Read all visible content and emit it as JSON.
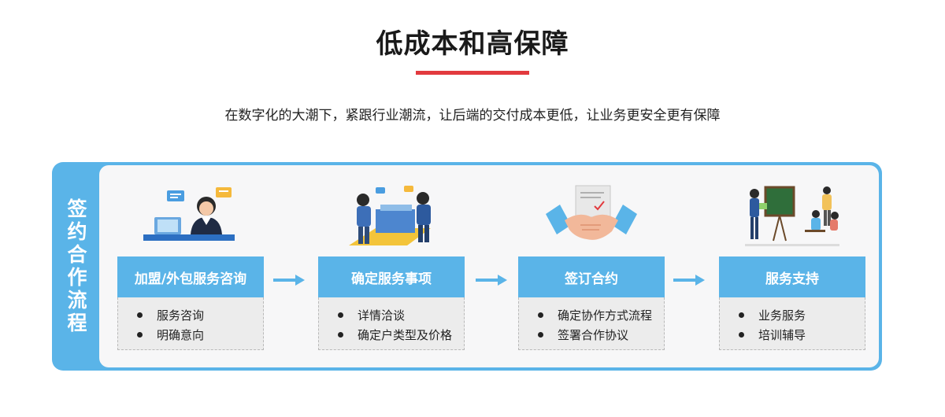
{
  "header": {
    "title": "低成本和高保障",
    "subtitle": "在数字化的大潮下，紧跟行业潮流，让后端的交付成本更低，让业务更安全更有保障"
  },
  "panel": {
    "side_label": "签约合作流程"
  },
  "steps": [
    {
      "title": "加盟/外包服务咨询",
      "items": [
        "服务咨询",
        "明确意向"
      ],
      "icon": "customer-service-illustration"
    },
    {
      "title": "确定服务事项",
      "items": [
        "详情洽谈",
        "确定户类型及价格"
      ],
      "icon": "meeting-illustration"
    },
    {
      "title": "签订合约",
      "items": [
        "确定协作方式流程",
        "签署合作协议"
      ],
      "icon": "handshake-illustration"
    },
    {
      "title": "服务支持",
      "items": [
        "业务服务",
        "培训辅导"
      ],
      "icon": "training-illustration"
    }
  ],
  "colors": {
    "accent": "#5ab4e8",
    "title_bar": "#e23a3e"
  }
}
